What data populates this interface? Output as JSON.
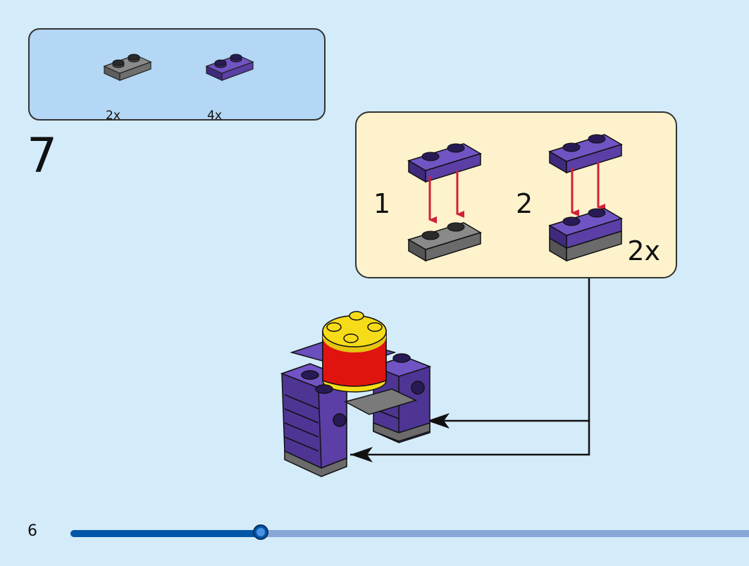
{
  "parts_list": {
    "items": [
      {
        "name": "plate 1x2 dark grey",
        "color": "#6b6b6b",
        "quantity": "2x"
      },
      {
        "name": "plate 1x2 purple",
        "color": "#5b3fa6",
        "quantity": "4x"
      }
    ]
  },
  "step": {
    "number": "7"
  },
  "callout": {
    "sub_steps": [
      "1",
      "2"
    ],
    "multiplier": "2x"
  },
  "footer": {
    "page_number": "6",
    "progress": 0.28
  },
  "colors": {
    "background": "#d4ebf9",
    "parts_box": "#b3d7f4",
    "callout_bg": "#fdf2cc",
    "purple": "#5b3fa6",
    "grey": "#6b6b6b",
    "yellow": "#f6dc18",
    "red": "#e0140f",
    "arrow_red": "#d3203a"
  }
}
